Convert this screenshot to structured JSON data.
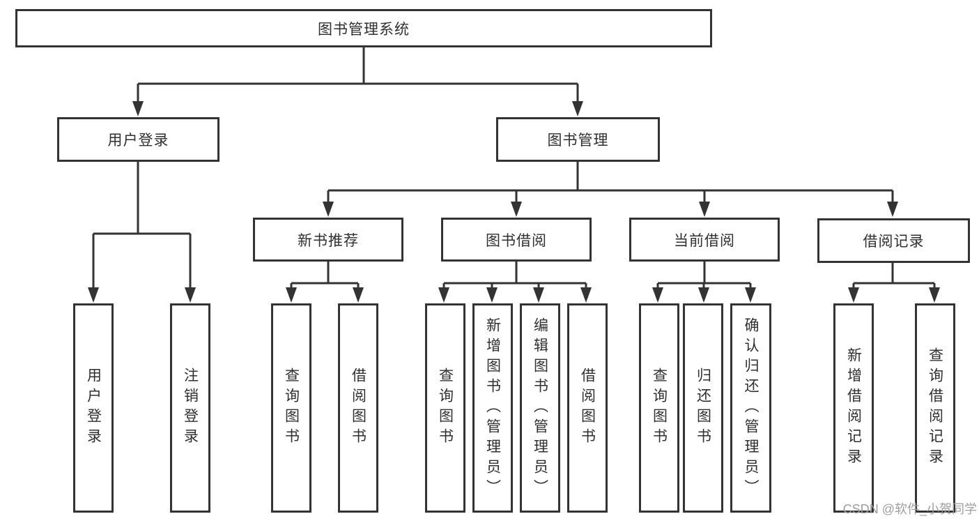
{
  "diagram": {
    "root": {
      "label": "图书管理系统"
    },
    "branches": [
      {
        "label": "用户登录",
        "children": [
          {
            "label": "用户登录"
          },
          {
            "label": "注销登录"
          }
        ]
      },
      {
        "label": "图书管理",
        "groups": [
          {
            "label": "新书推荐",
            "children": [
              {
                "label": "查询图书"
              },
              {
                "label": "借阅图书"
              }
            ]
          },
          {
            "label": "图书借阅",
            "children": [
              {
                "label": "查询图书"
              },
              {
                "label": "新增图书（管理员）"
              },
              {
                "label": "编辑图书（管理员）"
              },
              {
                "label": "借阅图书"
              }
            ]
          },
          {
            "label": "当前借阅",
            "children": [
              {
                "label": "查询图书"
              },
              {
                "label": "归还图书"
              },
              {
                "label": "确认归还（管理员）"
              }
            ]
          },
          {
            "label": "借阅记录",
            "children": [
              {
                "label": "新增借阅记录"
              },
              {
                "label": "查询借阅记录"
              }
            ]
          }
        ]
      }
    ]
  },
  "watermark": {
    "text": "CSDN @软件_小贺同学"
  },
  "colors": {
    "line": "#333333",
    "text": "#2f2f2f",
    "background": "#ffffff",
    "watermark": "#9e9e9e"
  }
}
